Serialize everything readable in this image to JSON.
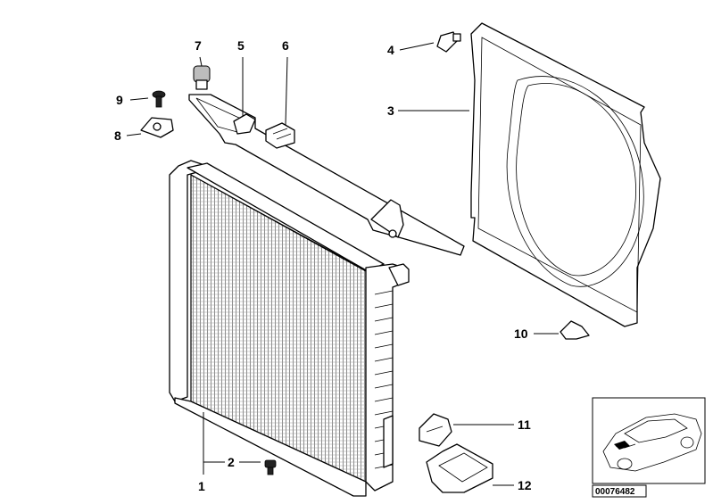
{
  "callouts": [
    {
      "id": "c1",
      "label": "1"
    },
    {
      "id": "c2",
      "label": "2"
    },
    {
      "id": "c3",
      "label": "3"
    },
    {
      "id": "c4",
      "label": "4"
    },
    {
      "id": "c5",
      "label": "5"
    },
    {
      "id": "c6",
      "label": "6"
    },
    {
      "id": "c7",
      "label": "7"
    },
    {
      "id": "c8",
      "label": "8"
    },
    {
      "id": "c9",
      "label": "9"
    },
    {
      "id": "c10",
      "label": "10"
    },
    {
      "id": "c11",
      "label": "11"
    },
    {
      "id": "c12",
      "label": "12"
    }
  ],
  "reference_code": "00076482"
}
